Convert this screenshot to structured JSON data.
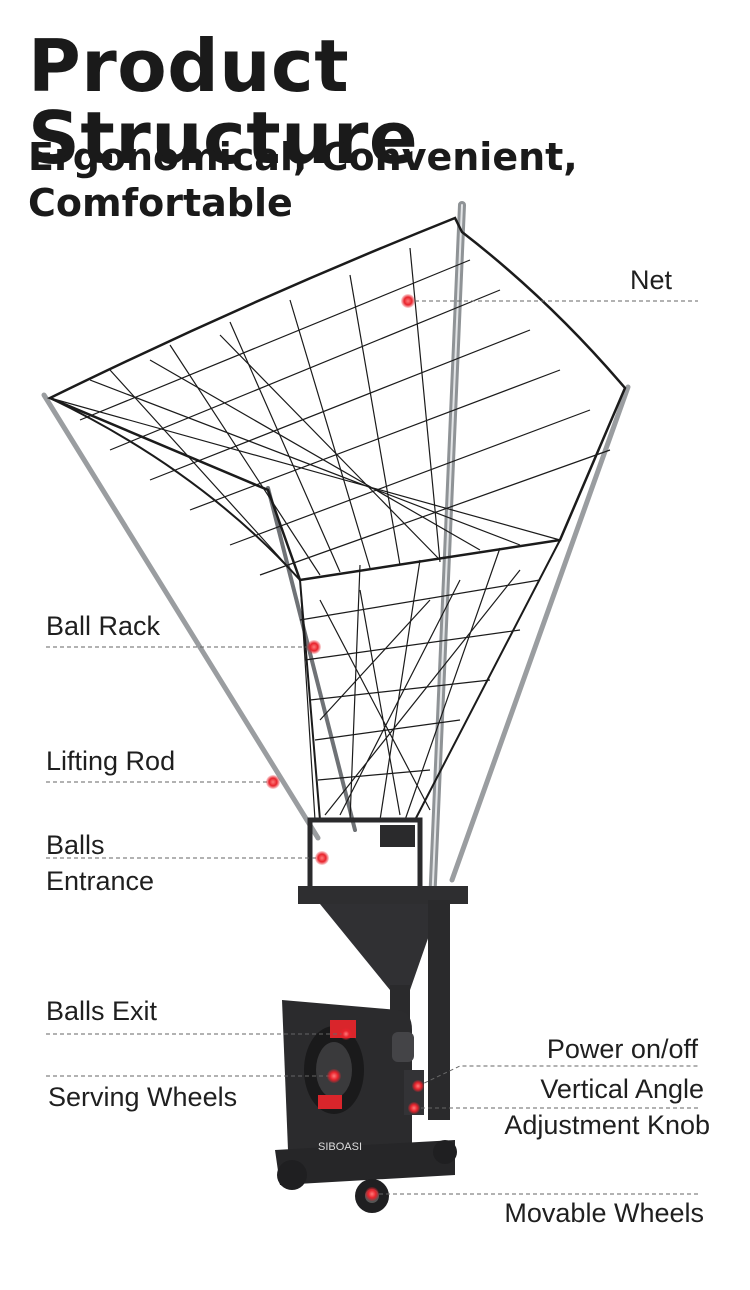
{
  "header": {
    "title": "Product Structure",
    "subtitle_line1": "Ergonomical, Convenient,",
    "subtitle_line2": "Comfortable"
  },
  "labels": {
    "net": "Net",
    "ball_rack": "Ball Rack",
    "lifting_rod": "Lifting Rod",
    "balls_entrance_line1": "Balls",
    "balls_entrance_line2": "Entrance",
    "balls_exit": "Balls Exit",
    "serving_wheels": "Serving Wheels",
    "power": "Power on/off",
    "vertical_angle_line1": "Vertical  Angle",
    "vertical_angle_line2": "Adjustment Knob",
    "movable_wheels": "Movable Wheels"
  },
  "brand": {
    "logo": "SIBOASI"
  },
  "colors": {
    "marker": "#e8232c",
    "leader": "#555555",
    "machine": "#2a2a2c",
    "net": "#1b1b1b",
    "pole": "#b9bcbf"
  }
}
